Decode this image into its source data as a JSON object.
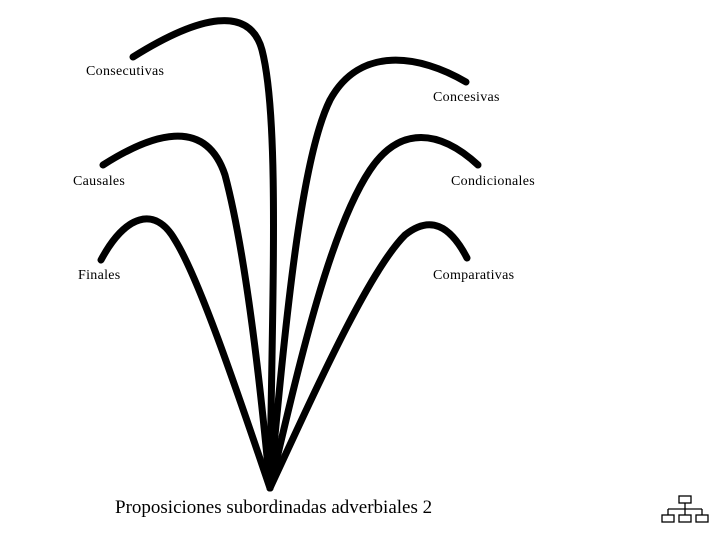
{
  "diagram": {
    "title": "Proposiciones subordinadas adverbiales 2",
    "branches": [
      {
        "id": "consecutivas",
        "label": "Consecutivas"
      },
      {
        "id": "concesivas",
        "label": "Concesivas"
      },
      {
        "id": "causales",
        "label": "Causales"
      },
      {
        "id": "condicionales",
        "label": "Condicionales"
      },
      {
        "id": "finales",
        "label": "Finales"
      },
      {
        "id": "comparativas",
        "label": "Comparativas"
      }
    ],
    "stroke_color": "#000000",
    "background_color": "#ffffff"
  },
  "nav": {
    "icon": "org-chart-icon"
  }
}
